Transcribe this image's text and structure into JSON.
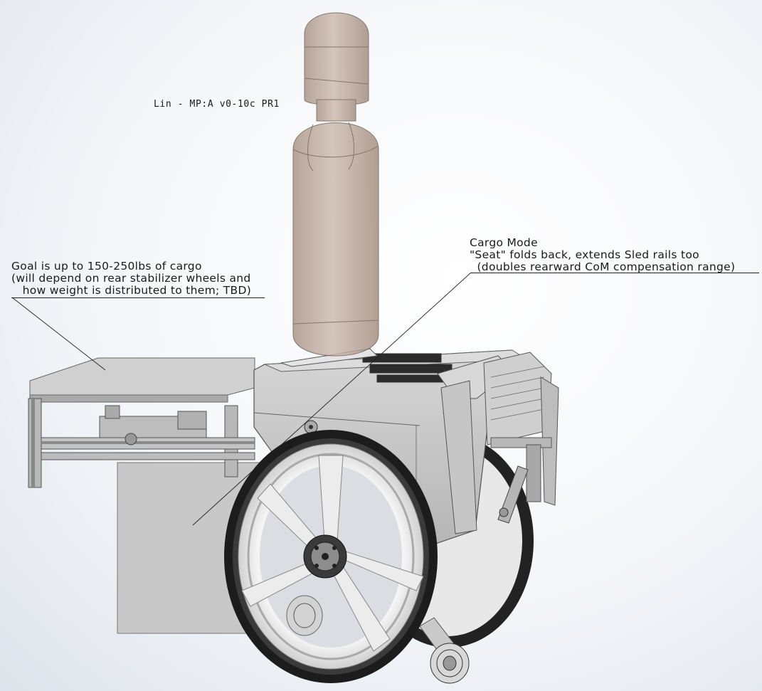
{
  "title": "Lin - MP:A v0-10c PR1",
  "annotations": {
    "cargo_goal": {
      "lines": [
        "Goal is up to 150-250lbs of cargo",
        "(will depend on rear stabilizer wheels and",
        "   how weight is distributed to them; TBD)"
      ]
    },
    "cargo_mode": {
      "lines": [
        "Cargo Mode",
        "\"Seat\" folds back, extends Sled rails too",
        "  (doubles rearward CoM compensation range)"
      ]
    }
  },
  "colors": {
    "metal": "#c9c9c9",
    "metal_dark": "#a9a9a9",
    "tire": "#1c1c1c",
    "dummy": "#bda99a",
    "ink": "#222222"
  }
}
